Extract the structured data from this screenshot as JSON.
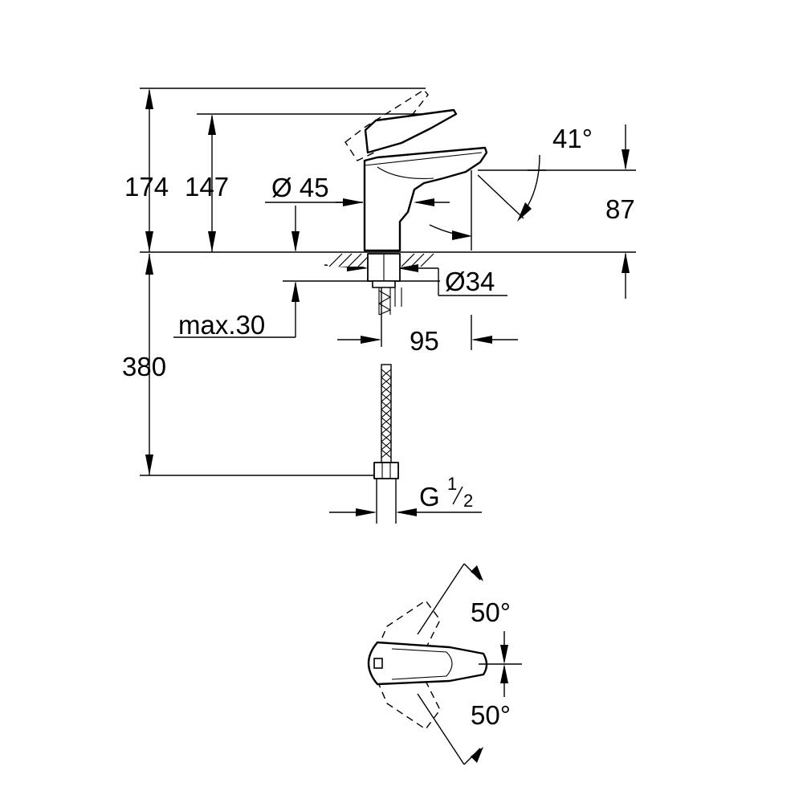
{
  "labels": {
    "height_overall": "174",
    "height_handle": "147",
    "body_diameter": "Ø 45",
    "spout_angle": "41°",
    "spout_height": "87",
    "base_diameter": "Ø34",
    "max_deck_thickness": "max.30",
    "spout_reach": "95",
    "hose_length": "380",
    "thread_letter": "G",
    "thread_num": "1",
    "thread_den": "2",
    "rotation_left": "50°",
    "rotation_right": "50°"
  }
}
